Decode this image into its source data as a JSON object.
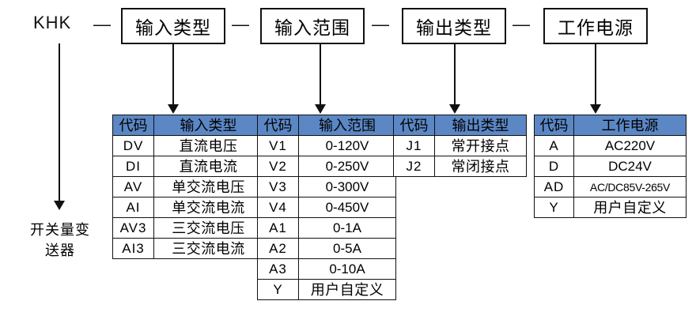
{
  "model": {
    "prefix": "KHK",
    "separator": "—",
    "segments": [
      {
        "label": "输入类型"
      },
      {
        "label": "输入范围"
      },
      {
        "label": "输出类型"
      },
      {
        "label": "工作电源"
      }
    ]
  },
  "device_label": {
    "line1": "开关量变",
    "line2": "送器"
  },
  "colors": {
    "header_blue": "#5b87c5",
    "line": "#111111",
    "background": "#ffffff"
  },
  "tables": [
    {
      "name": "input-type",
      "headers": [
        "代码",
        "输入类型"
      ],
      "rows": [
        [
          "DV",
          "直流电压"
        ],
        [
          "DI",
          "直流电流"
        ],
        [
          "AV",
          "单交流电压"
        ],
        [
          "AI",
          "单交流电流"
        ],
        [
          "AV3",
          "三交流电压"
        ],
        [
          "AI3",
          "三交流电流"
        ]
      ]
    },
    {
      "name": "input-range",
      "headers": [
        "代码",
        "输入范围"
      ],
      "rows": [
        [
          "V1",
          "0-120V"
        ],
        [
          "V2",
          "0-250V"
        ],
        [
          "V3",
          "0-300V"
        ],
        [
          "V4",
          "0-450V"
        ],
        [
          "A1",
          "0-1A"
        ],
        [
          "A2",
          "0-5A"
        ],
        [
          "A3",
          "0-10A"
        ],
        [
          "Y",
          "用户自定义"
        ]
      ]
    },
    {
      "name": "output-type",
      "headers": [
        "代码",
        "输出类型"
      ],
      "rows": [
        [
          "J1",
          "常开接点"
        ],
        [
          "J2",
          "常闭接点"
        ]
      ]
    },
    {
      "name": "power-supply",
      "headers": [
        "代码",
        "工作电源"
      ],
      "rows": [
        [
          "A",
          "AC220V"
        ],
        [
          "D",
          "DC24V"
        ],
        [
          "AD",
          "AC/DC85V-265V"
        ],
        [
          "Y",
          "用户自定义"
        ]
      ]
    }
  ]
}
